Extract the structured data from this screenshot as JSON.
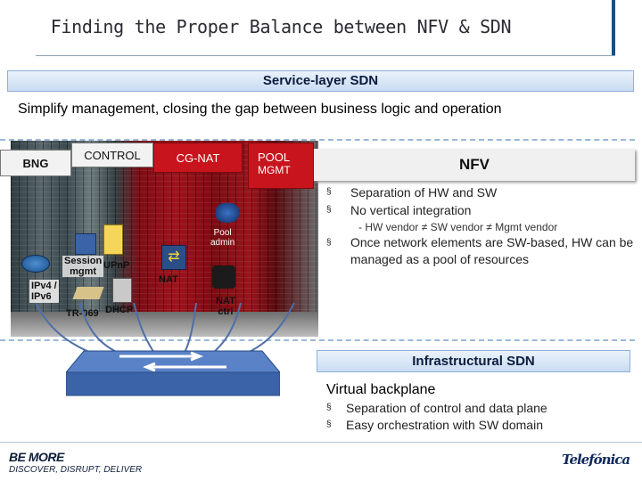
{
  "title": "Finding the Proper Balance between NFV & SDN",
  "service_sdn": {
    "label": "Service-layer SDN",
    "subtitle": "Simplify management, closing the gap between business logic and operation"
  },
  "diagram": {
    "bng": "BNG",
    "control": "CONTROL",
    "cg_nat": "CG-NAT",
    "pool_mgmt_line1": "POOL",
    "pool_mgmt_line2": "MGMT",
    "pool_admin_line1": "Pool",
    "pool_admin_line2": "admin",
    "session_mgmt_line1": "Session",
    "session_mgmt_line2": "mgmt",
    "upnp": "UPnP",
    "ipv4_line1": "IPv4 /",
    "ipv4_line2": "IPv6",
    "nat": "NAT",
    "nat_ctrl_line1": "NAT",
    "nat_ctrl_line2": "ctrl",
    "tr069": "TR-069",
    "dhcp": "DHCP"
  },
  "nfv": {
    "title": "NFV",
    "bullets": [
      "Separation of HW and SW",
      "No vertical integration"
    ],
    "sub_bullet": "- HW vendor ≠ SW vendor ≠ Mgmt vendor",
    "bullet3": "Once network elements are SW-based, HW can be managed as a pool of resources",
    "bullet_char": "§"
  },
  "infra_sdn": {
    "label": "Infrastructural SDN",
    "heading": "Virtual backplane",
    "bullets": [
      "Separation of control and data plane",
      "Easy orchestration with SW domain"
    ],
    "bullet_char": "§"
  },
  "footer": {
    "brand": "BE MORE",
    "tagline": "DISCOVER, DISRUPT, DELIVER",
    "logo": "Telefónica"
  },
  "colors": {
    "accent_blue": "#1f4e79",
    "bar_gradient_top": "#eaf2fb",
    "bar_gradient_bottom": "#c9dcf2",
    "red": "#c8151d"
  }
}
